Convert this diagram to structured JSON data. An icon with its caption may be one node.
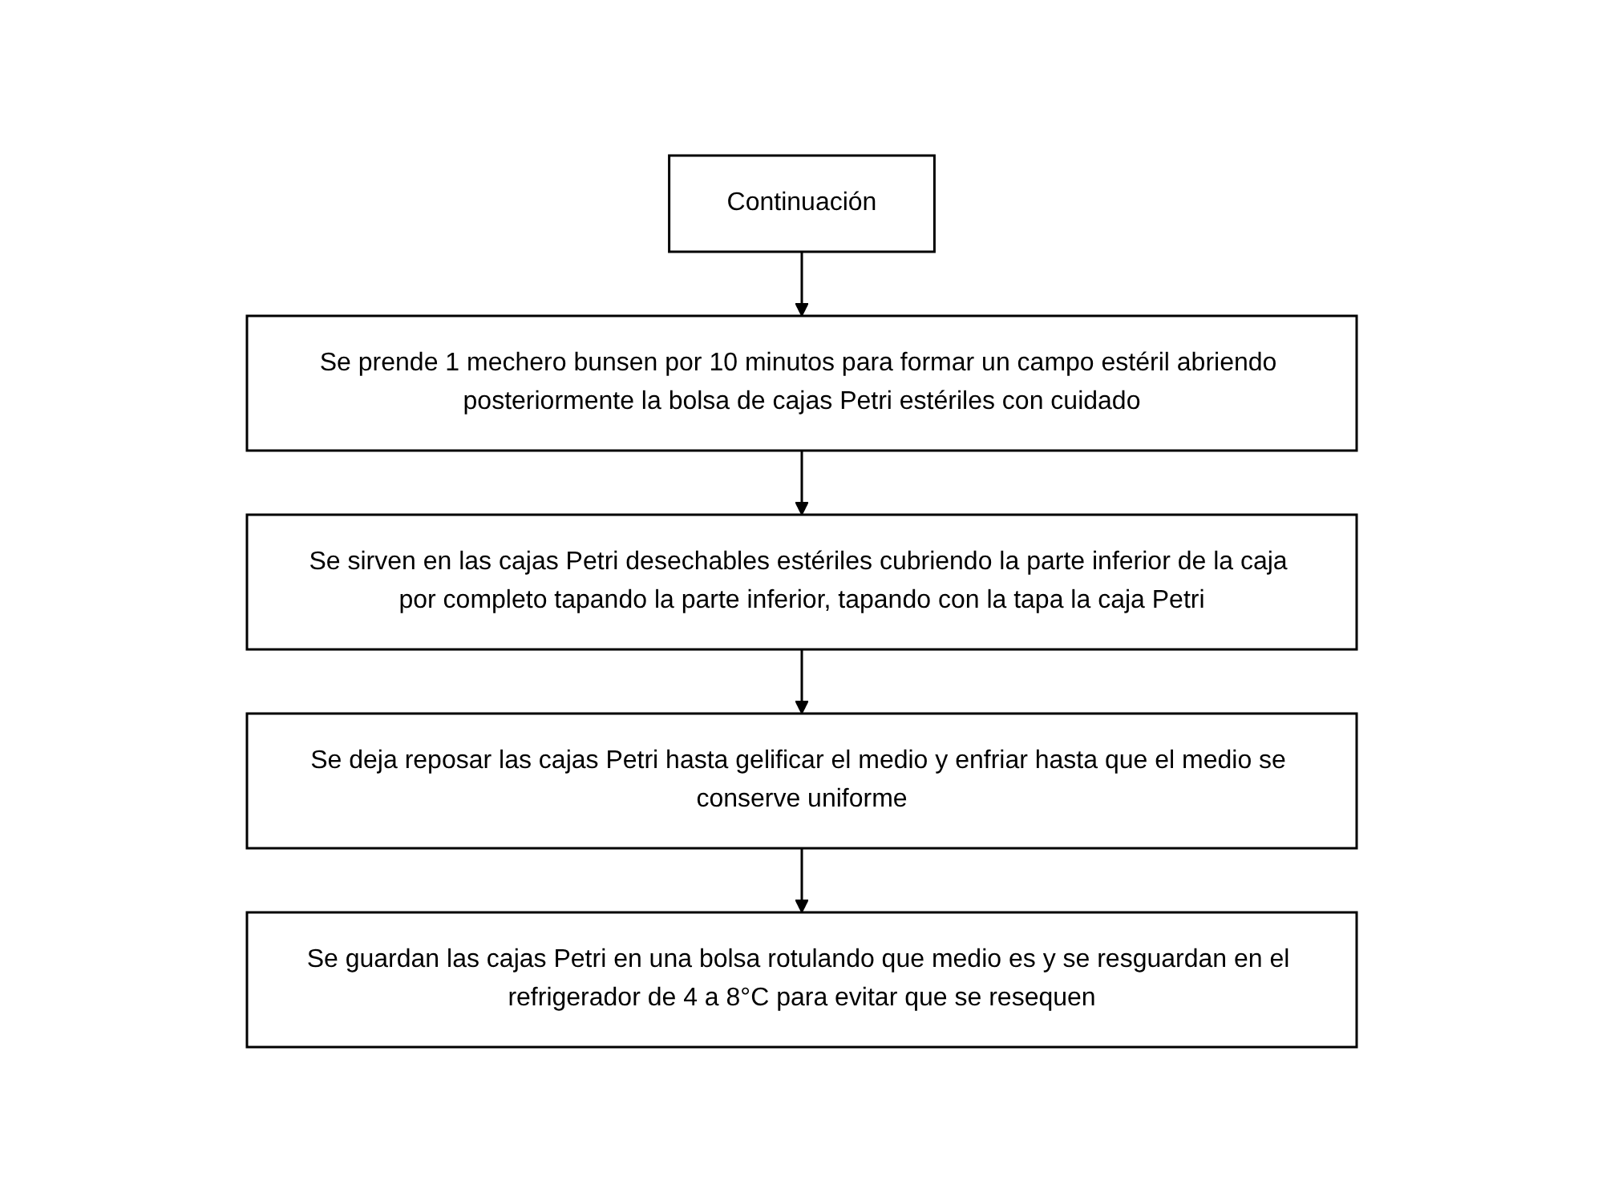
{
  "diagram": {
    "nodes": [
      {
        "text": [
          "Continuación"
        ]
      },
      {
        "text": [
          "Se prende 1 mechero bunsen por 10 minutos para formar un campo estéril abriendo posteriormente la bolsa de cajas Petri estériles con cuidado"
        ]
      },
      {
        "text": [
          "Se sirven en las cajas Petri desechables estériles cubriendo la parte inferior de la caja por completo tapando la parte inferior, tapando con la tapa la caja Petri"
        ]
      },
      {
        "text": [
          "Se deja reposar las cajas Petri hasta gelificar el medio y enfriar hasta que el medio se conserve uniforme"
        ]
      },
      {
        "text": [
          "Se guardan las cajas Petri en una bolsa rotulando que medio es y se resguardan en el refrigerador de 4 a 8°C para evitar que se resequen"
        ]
      }
    ],
    "edges": [
      {
        "from": 0,
        "to": 1,
        "arrow": "to"
      },
      {
        "from": 1,
        "to": 2,
        "arrow": "to"
      },
      {
        "from": 2,
        "to": 3,
        "arrow": "to"
      },
      {
        "from": 3,
        "to": 4,
        "arrow": "to"
      }
    ]
  }
}
